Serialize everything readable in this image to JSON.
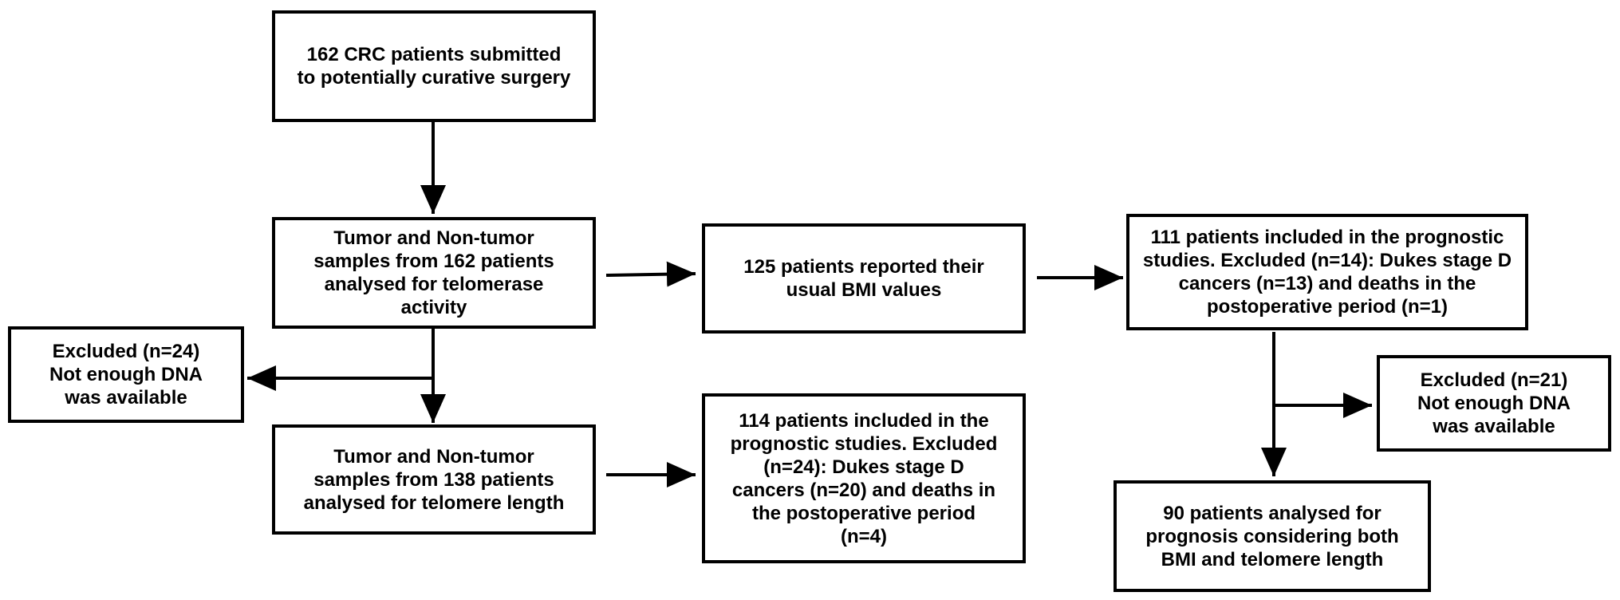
{
  "nodes": {
    "crc_patients": "162 CRC patients submitted\nto potentially curative surgery",
    "telomerase_samples": "Tumor and Non-tumor\nsamples from 162 patients\nanalysed for telomerase\nactivity",
    "bmi_reported": "125 patients reported their\nusual BMI values",
    "prognostic_111": "111 patients included in the prognostic\nstudies. Excluded (n=14): Dukes stage D\ncancers (n=13) and deaths in the\npostoperative period (n=1)",
    "excluded_24": "Excluded (n=24)\nNot enough DNA\nwas available",
    "telomere_length_samples": "Tumor and Non-tumor\nsamples from 138 patients\nanalysed for telomere length",
    "prognostic_114": "114 patients included in the\nprognostic studies. Excluded\n(n=24): Dukes stage D\ncancers (n=20) and deaths in\nthe postoperative period\n(n=4)",
    "excluded_21": "Excluded (n=21)\nNot enough DNA\nwas available",
    "final_90": "90 patients analysed for\nprognosis considering both\nBMI and telomere length"
  },
  "colors": {
    "line": "#000000",
    "box_fill": "#ffffff",
    "text": "#000000"
  }
}
